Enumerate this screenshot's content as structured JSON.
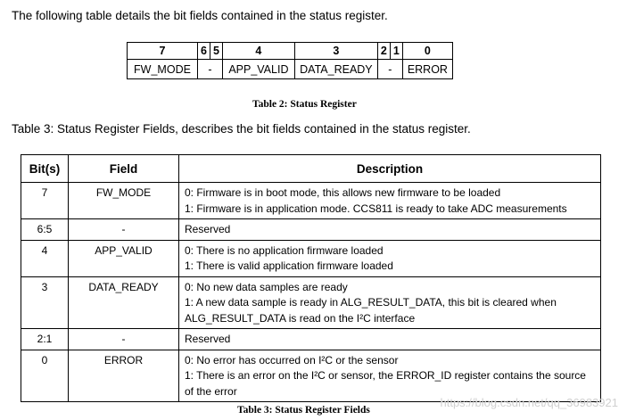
{
  "intro_text": "The following table details the bit fields contained in the status register.",
  "register": {
    "bits": [
      "7",
      "6",
      "5",
      "4",
      "3",
      "2",
      "1",
      "0"
    ],
    "names": [
      "FW_MODE",
      "-",
      "APP_VALID",
      "DATA_READY",
      "-",
      "ERROR"
    ]
  },
  "caption_table2": "Table 2: Status Register",
  "intro_text2": "Table 3: Status Register Fields, describes the bit fields contained in the status register.",
  "fields_table": {
    "headers": [
      "Bit(s)",
      "Field",
      "Description"
    ],
    "rows": [
      {
        "bits": "7",
        "field": "FW_MODE",
        "desc": [
          "0: Firmware is in boot mode, this allows new firmware to be loaded",
          "1: Firmware is in application mode. CCS811 is ready to take ADC measurements"
        ]
      },
      {
        "bits": "6:5",
        "field": "-",
        "desc": [
          "Reserved"
        ]
      },
      {
        "bits": "4",
        "field": "APP_VALID",
        "desc": [
          "0: There is no application firmware loaded",
          "1: There is valid application firmware loaded"
        ]
      },
      {
        "bits": "3",
        "field": "DATA_READY",
        "desc": [
          "0: No new data samples are ready",
          "1: A new data sample is ready in ALG_RESULT_DATA, this bit is cleared when",
          "ALG_RESULT_DATA is read on the I²C interface"
        ]
      },
      {
        "bits": "2:1",
        "field": "-",
        "desc": [
          "Reserved"
        ]
      },
      {
        "bits": "0",
        "field": "ERROR",
        "desc": [
          "0: No error has occurred on I²C or the sensor",
          "1: There is an error on the I²C or sensor, the ERROR_ID register contains the source",
          "of the error"
        ]
      }
    ]
  },
  "caption_table3": "Table 3: Status Register Fields",
  "watermark": "https://blog.csdn.net/qq_36983921"
}
